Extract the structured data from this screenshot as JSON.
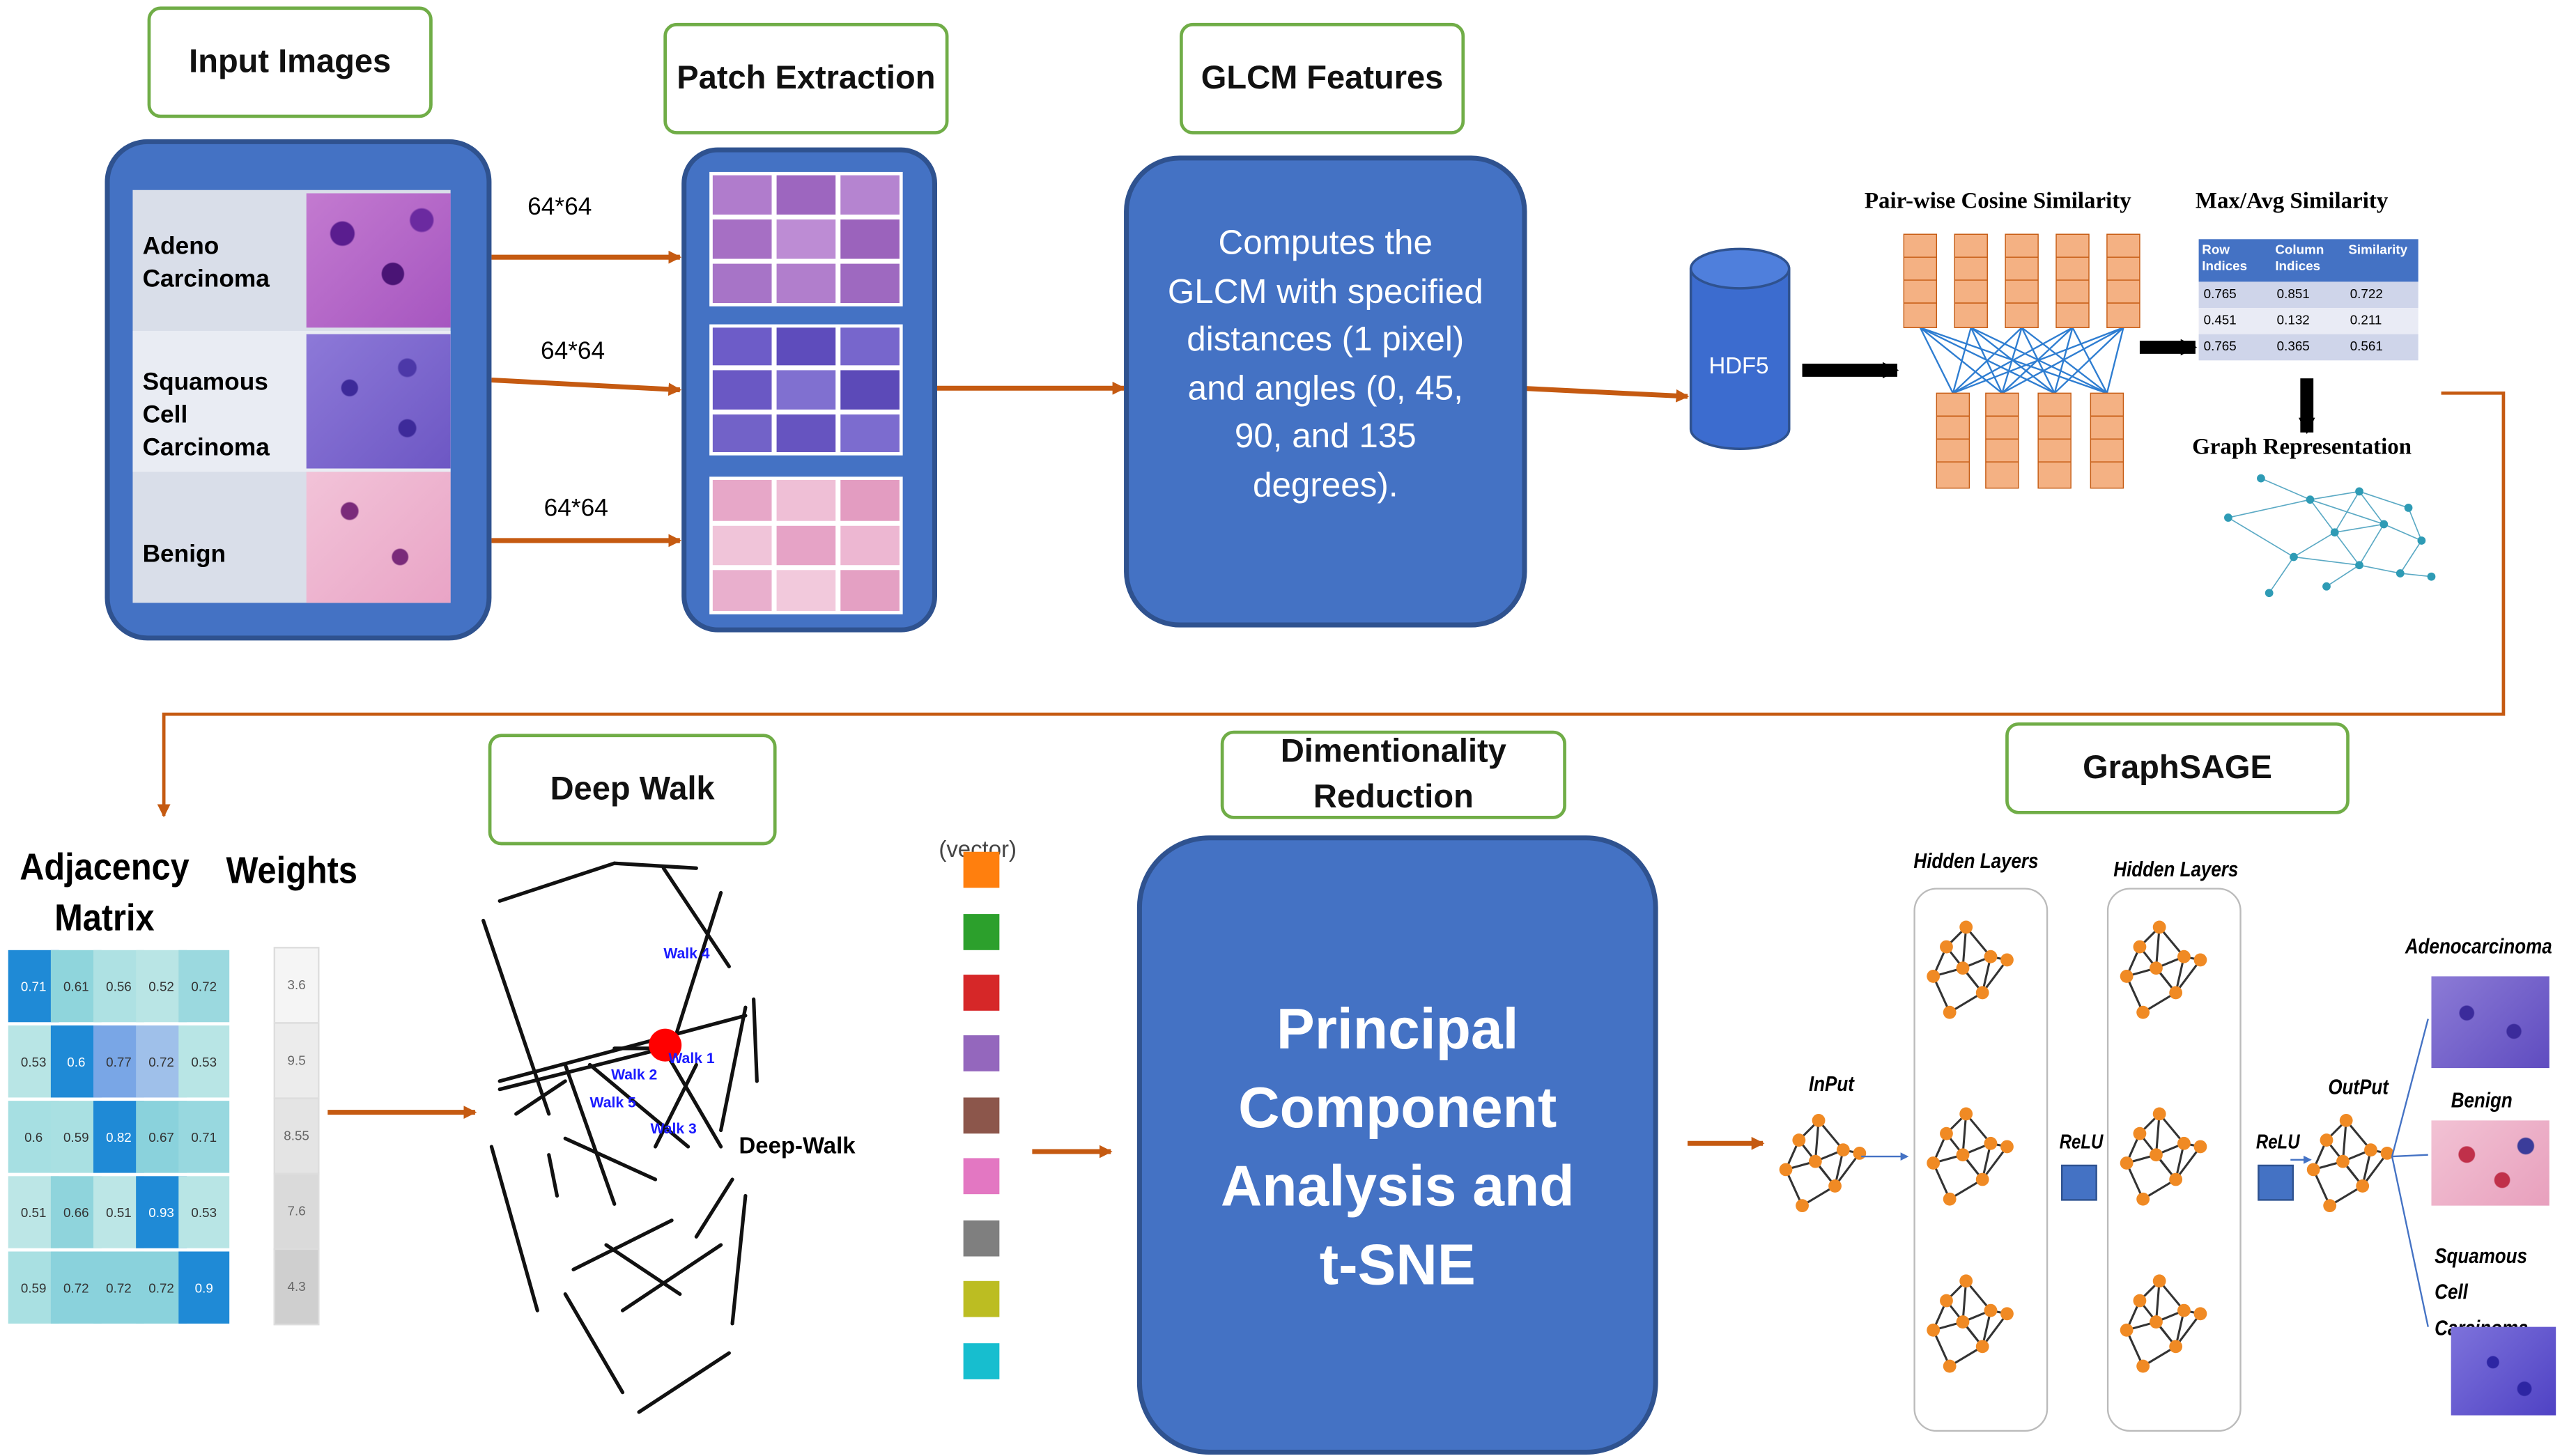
{
  "colors": {
    "accent_blue": "#4472c4",
    "label_border": "#70ad47",
    "arrow_orange": "#c55a11",
    "cylinder": "#3c6ccf",
    "matrix_teal": "#5bc0de",
    "matrix_blue": "#1f8ad6",
    "node_orange": "#f08a24",
    "net_teal": "#2e9bb5"
  },
  "input": {
    "title": "Input Images",
    "rows": [
      "Adeno Carcinoma",
      "Squamous Cell Carcinoma",
      "Benign"
    ]
  },
  "patch": {
    "title": "Patch Extraction",
    "sizes": [
      "64*64",
      "64*64",
      "64*64"
    ]
  },
  "glcm": {
    "title": "GLCM Features",
    "desc": "Computes the GLCM with specified distances (1 pixel) and angles (0, 45, 90, and 135 degrees)."
  },
  "hdf5": "HDF5",
  "similarity": {
    "pairwise_title": "Pair-wise Cosine Similarity",
    "maxavg_title": "Max/Avg Similarity",
    "headers": [
      "Row Indices",
      "Column Indices",
      "Similarity"
    ],
    "rows": [
      [
        "0.765",
        "0.851",
        "0.722"
      ],
      [
        "0.451",
        "0.132",
        "0.211"
      ],
      [
        "0.765",
        "0.365",
        "0.561"
      ]
    ],
    "graph_title": "Graph Representation"
  },
  "adjacency": {
    "title": "Adjacency Matrix",
    "weights_title": "Weights",
    "matrix": [
      [
        "0.71",
        "0.61",
        "0.56",
        "0.52",
        "0.72"
      ],
      [
        "0.53",
        "0.6",
        "0.77",
        "0.72",
        "0.53"
      ],
      [
        "0.6",
        "0.59",
        "0.82",
        "0.67",
        "0.71"
      ],
      [
        "0.51",
        "0.66",
        "0.51",
        "0.93",
        "0.53"
      ],
      [
        "0.59",
        "0.72",
        "0.72",
        "0.72",
        "0.9"
      ]
    ],
    "weights": [
      "3.6",
      "9.5",
      "8.55",
      "7.6",
      "4.3"
    ]
  },
  "deepwalk": {
    "title": "Deep Walk",
    "walks": [
      "Walk 4",
      "Walk 1",
      "Walk 2",
      "Walk 5",
      "Walk 3"
    ],
    "label": "Deep-Walk"
  },
  "vector": {
    "label": "(vector)",
    "colors": [
      "#ff7f0e",
      "#2ca02c",
      "#d62728",
      "#9467bd",
      "#8c564b",
      "#e377c2",
      "#7f7f7f",
      "#bcbd22",
      "#17becf"
    ]
  },
  "dimred": {
    "title": "Dimentionality Reduction",
    "text": "Principal Component Analysis and t-SNE"
  },
  "graphsage": {
    "title": "GraphSAGE",
    "hidden1": "Hidden Layers",
    "hidden2": "Hidden Layers",
    "input": "InPut",
    "relu1": "ReLU",
    "relu2": "ReLU",
    "output": "OutPut",
    "classes": [
      "Adenocarcinoma",
      "Benign",
      "Squamous Cell Carcinoma"
    ]
  }
}
